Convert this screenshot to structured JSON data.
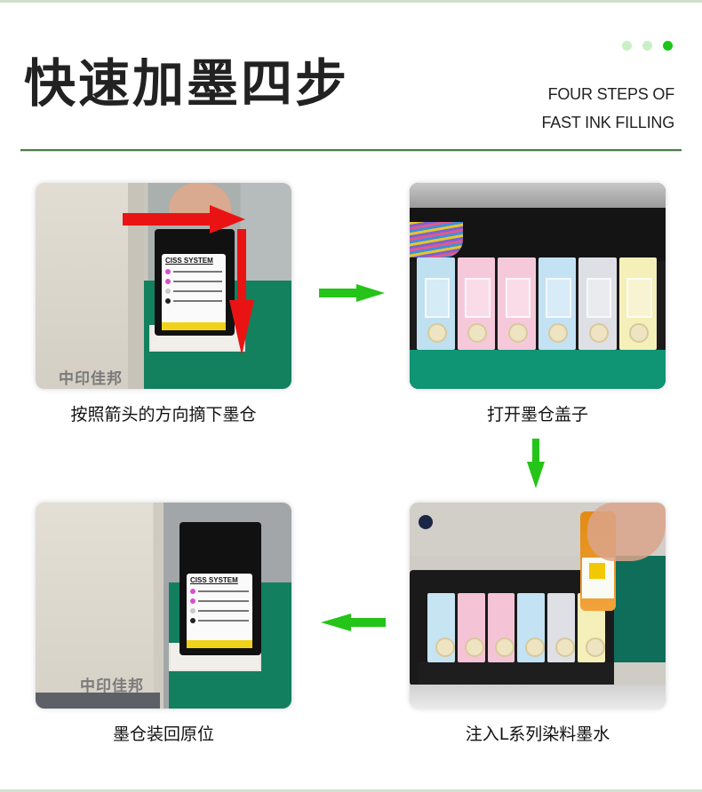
{
  "header": {
    "title": "快速加墨四步",
    "subtitle_line1": "FOUR STEPS OF",
    "subtitle_line2": "FAST INK FILLING",
    "dots": [
      {
        "color": "#c9f0c4"
      },
      {
        "color": "#c9f0c4"
      },
      {
        "color": "#1bc41b"
      }
    ]
  },
  "colors": {
    "accent_green": "#24c418",
    "divider": "#4f7a4b",
    "arrow_red": "#ea1313",
    "title_text": "#222222"
  },
  "steps": [
    {
      "order": 1,
      "caption": "按照箭头的方向摘下墨仓",
      "photo_label": "CISS SYSTEM",
      "printer_brand_mark": "中印佳邦",
      "annotation_icons": [
        "arrow-right-icon",
        "arrow-down-icon"
      ]
    },
    {
      "order": 2,
      "caption": "打开墨仓盖子",
      "tank_colors": [
        "#bfe0f0",
        "#f6c9da",
        "#f6c9da",
        "#c3e2f3",
        "#dfe0e6",
        "#f5efb9"
      ]
    },
    {
      "order": 3,
      "caption": "注入L系列染料墨水",
      "tank_colors": [
        "#c7e4f3",
        "#f4c4d6",
        "#f4c4d6",
        "#c3e2f3",
        "#dfe0e6",
        "#f5efb9"
      ]
    },
    {
      "order": 4,
      "caption": "墨仓装回原位",
      "photo_label": "CISS SYSTEM",
      "printer_brand_mark": "中印佳邦"
    }
  ],
  "flow_arrows": [
    {
      "from": 1,
      "to": 2,
      "direction": "right"
    },
    {
      "from": 2,
      "to": 3,
      "direction": "down"
    },
    {
      "from": 3,
      "to": 4,
      "direction": "left"
    }
  ]
}
